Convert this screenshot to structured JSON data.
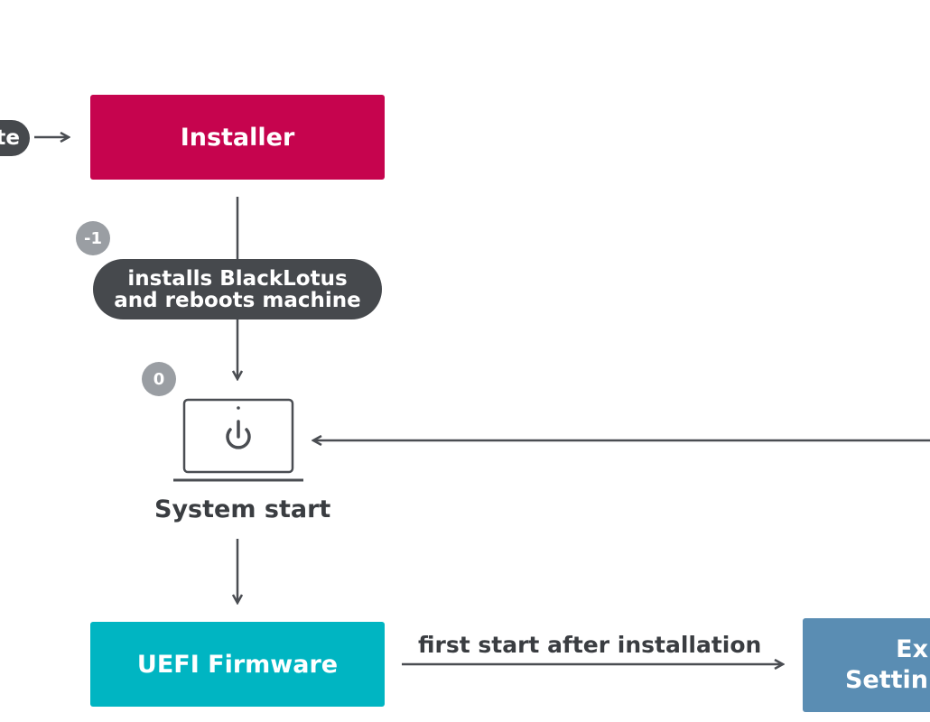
{
  "colors": {
    "installer": "#c6044e",
    "uefi_firmware": "#00b5c2",
    "settings_box": "#5a8db3",
    "pill": "#46494d",
    "badge": "#9a9ea3",
    "text": "#3a3d41"
  },
  "nodes": {
    "source_pill_fragment": "te",
    "installer": "Installer",
    "system_start": "System start",
    "uefi_firmware": "UEFI Firmware",
    "settings_box_fragment": "Ex\nSettin"
  },
  "steps": {
    "minus_one": {
      "badge": "-1",
      "label": "installs BlackLotus\nand reboots machine"
    },
    "zero": {
      "badge": "0"
    }
  },
  "edges": {
    "first_start": "first start after installation"
  },
  "icons": {
    "system_start": "laptop-power-icon"
  }
}
